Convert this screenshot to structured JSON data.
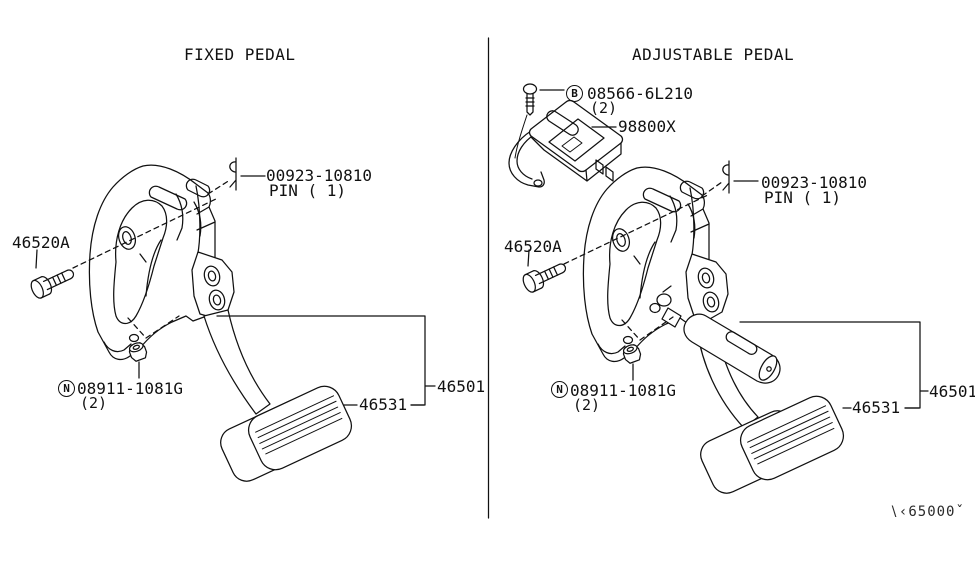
{
  "colors": {
    "background": "#ffffff",
    "line": "#111111"
  },
  "fixed": {
    "title": "FIXED PEDAL",
    "pin_part": "00923-10810",
    "pin_label": "PIN ( 1)",
    "bolt_part": "46520A",
    "nut_prefix": "N",
    "nut_part": "08911-1081G",
    "nut_qty": "(2)",
    "pad_part": "46531",
    "assembly_part": "46501"
  },
  "adjustable": {
    "title": "ADJUSTABLE PEDAL",
    "screw_prefix": "B",
    "screw_part": "08566-6L210",
    "screw_qty": "(2)",
    "module_part": "98800X",
    "pin_part": "00923-10810",
    "pin_label": "PIN ( 1)",
    "bolt_part": "46520A",
    "nut_prefix": "N",
    "nut_part": "08911-1081G",
    "nut_qty": "(2)",
    "pad_part": "46531",
    "assembly_part": "46501"
  },
  "footer": {
    "diagram_code": "∖‹65000ˇ"
  }
}
